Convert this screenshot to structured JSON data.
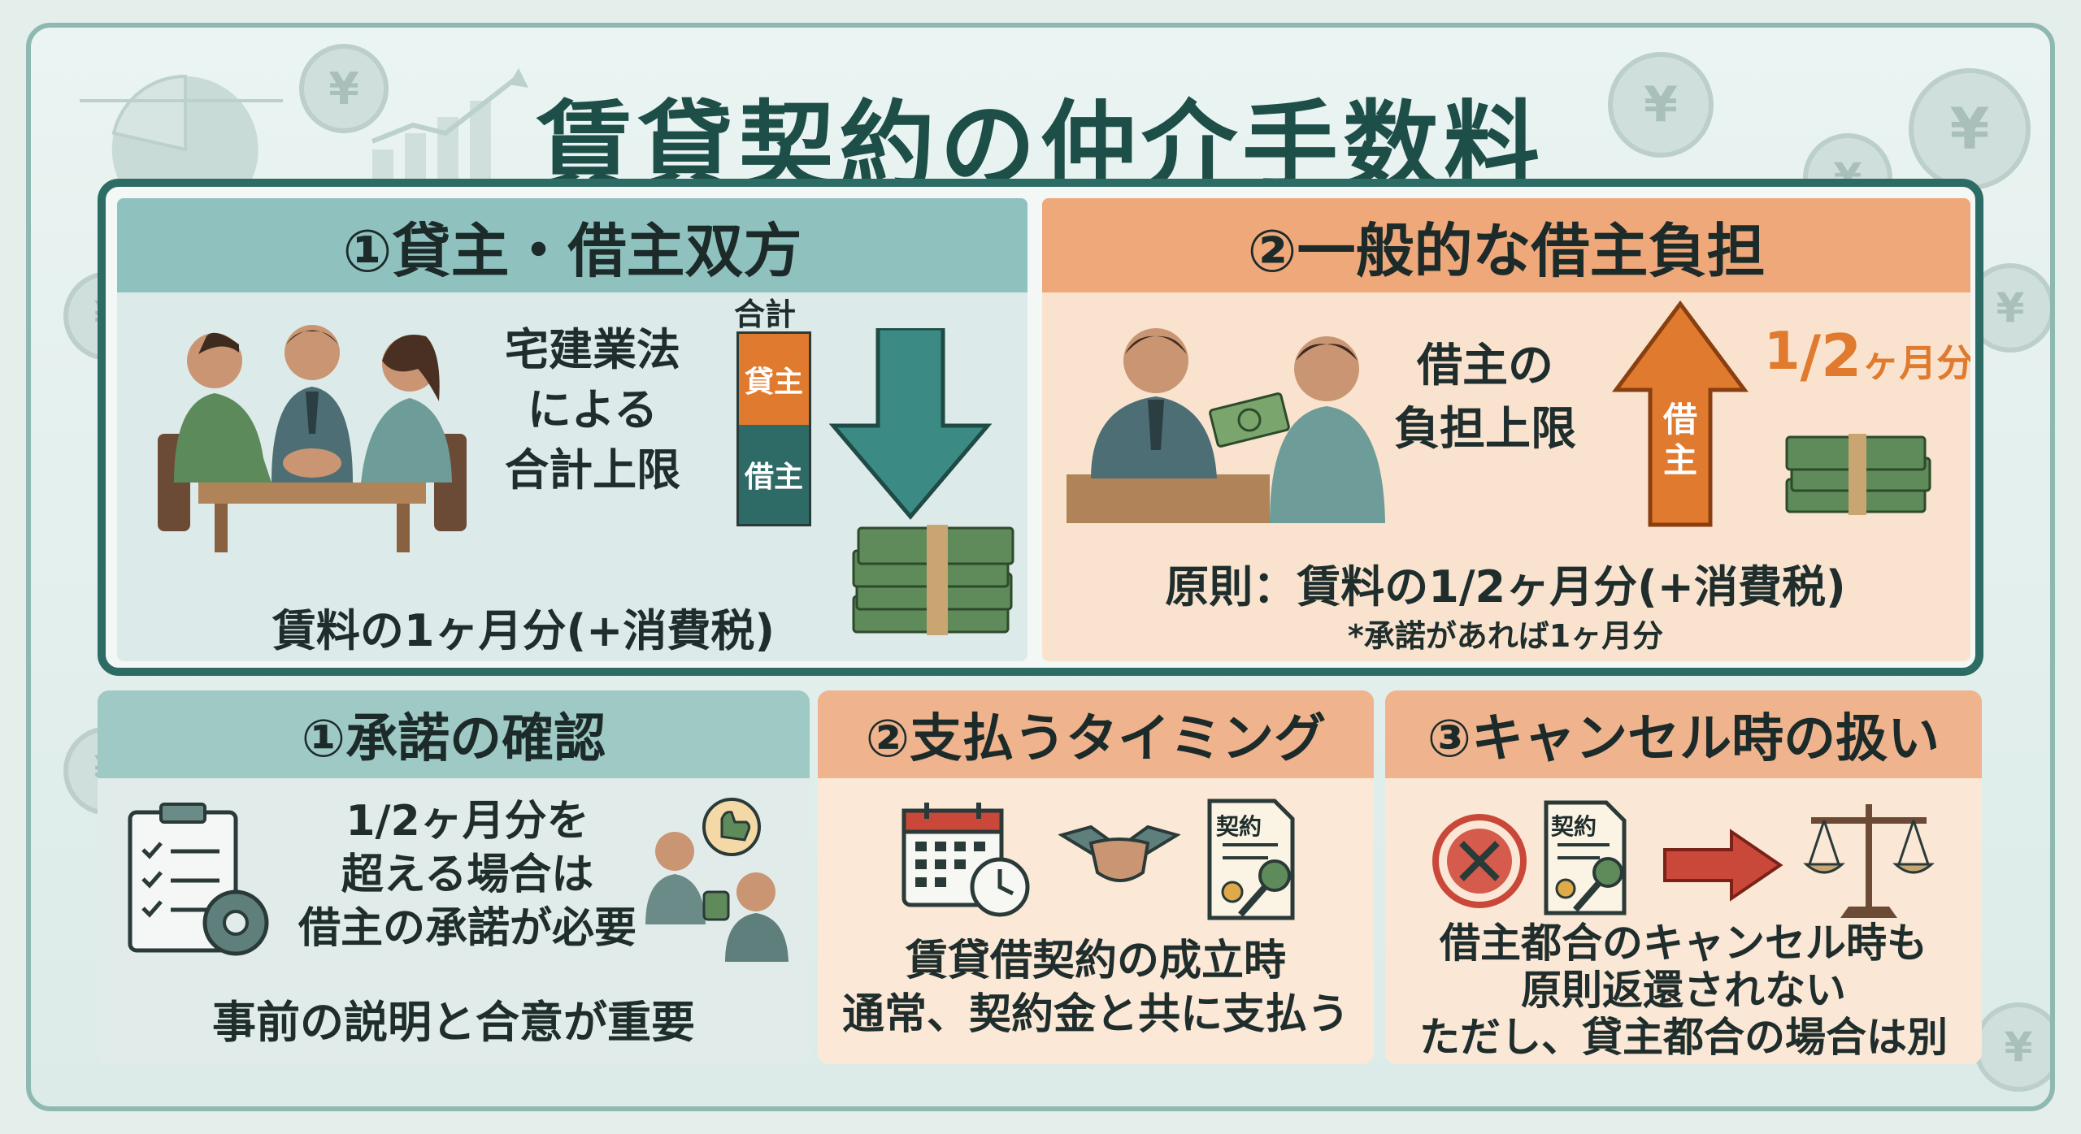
{
  "title": "賃貸契約の仲介手数料",
  "currency_symbol": "¥",
  "top_left": {
    "heading": "①貸主・借主双方",
    "law_lines": [
      "宅建業法",
      "による",
      "合計上限"
    ],
    "bar_label": "合計",
    "bar_top": "貸主",
    "bar_bottom": "借主",
    "caption": "賃料の1ヶ月分(+消費税)"
  },
  "top_right": {
    "heading": "②一般的な借主負担",
    "limit_lines": [
      "借主の",
      "負担上限"
    ],
    "arrow_label": "借主",
    "fraction_num": "1",
    "fraction_den": "2",
    "fraction_unit": "ヶ月分",
    "caption": "原則：賃料の1/2ヶ月分(+消費税)",
    "note": "*承諾があれば1ヶ月分"
  },
  "card1": {
    "heading": "①承諾の確認",
    "lines": [
      "1/2ヶ月分を",
      "超える場合は",
      "借主の承諾が必要"
    ],
    "footer": "事前の説明と合意が重要"
  },
  "card2": {
    "heading": "②支払うタイミング",
    "doc_label": "契約",
    "lines": [
      "賃貸借契約の成立時",
      "通常、契約金と共に支払う"
    ]
  },
  "card3": {
    "heading": "③キャンセル時の扱い",
    "doc_label": "契約",
    "lines": [
      "借主都合のキャンセル時も",
      "原則返還されない",
      "ただし、貸主都合の場合は別"
    ]
  },
  "colors": {
    "teal_dark": "#2c6c64",
    "teal_head": "#8fc2bf",
    "orange_head": "#efa87a",
    "orange_bar": "#e07a2e",
    "title": "#1d4f48"
  }
}
